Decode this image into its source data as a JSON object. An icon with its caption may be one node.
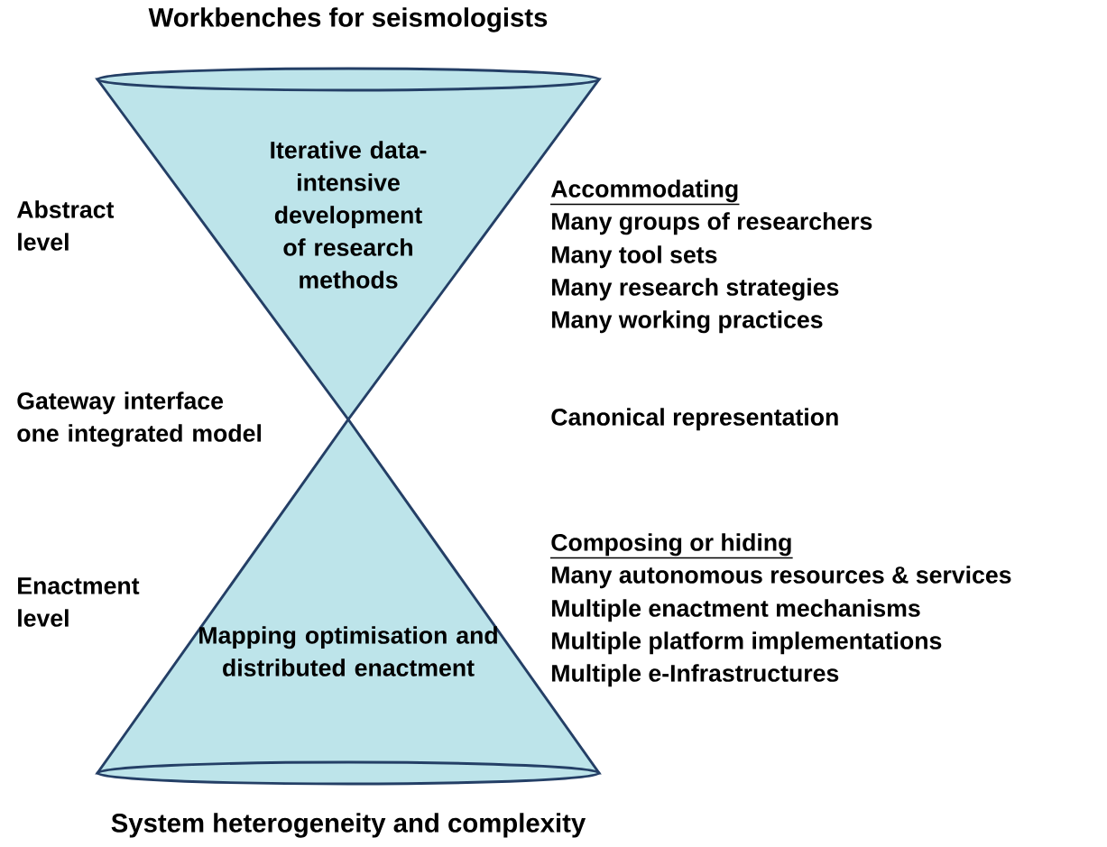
{
  "diagram": {
    "title": "Workbenches for seismologists",
    "caption": "System heterogeneity and complexity",
    "nodes": [
      {
        "text": [
          "Iterative data-intensive development of research methods"
        ]
      },
      {
        "text": [
          "Mapping optimisation and distributed enactment"
        ]
      }
    ],
    "labels": [
      "Abstract level",
      "Accommodating",
      "Many groups of researchers",
      "Many tool sets",
      "Many research strategies",
      "Many working practices",
      "Gateway interface one integrated model",
      "Canonical representation",
      "Enactment level",
      "Composing or hiding",
      "Many autonomous resources & services",
      "Multiple enactment mechanisms",
      "Multiple platform implementations",
      "Multiple e-Infrastructures"
    ]
  }
}
